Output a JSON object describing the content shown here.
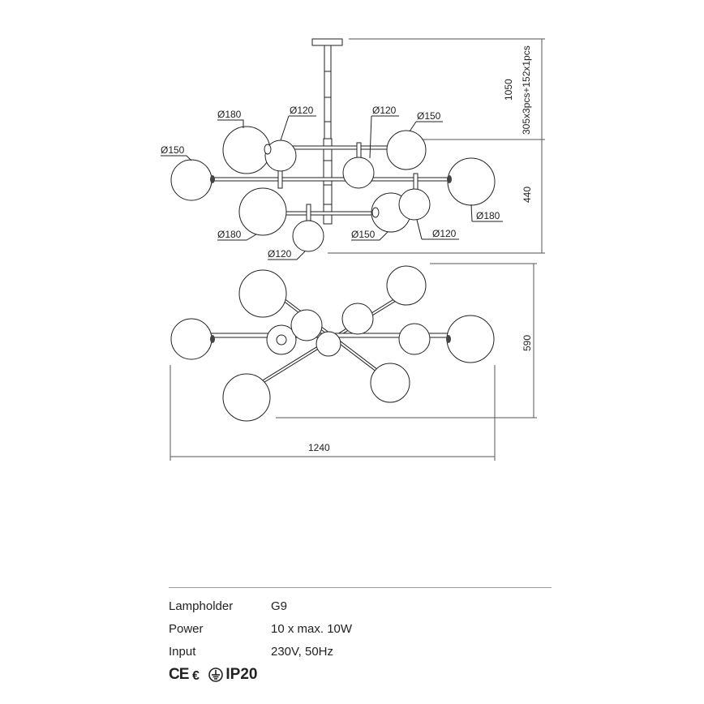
{
  "labels": {
    "d180_tl": "Ø180",
    "d120_tc": "Ø120",
    "d120_tr": "Ø120",
    "d150_tr": "Ø150",
    "d150_l": "Ø150",
    "d180_r": "Ø180",
    "d180_bl": "Ø180",
    "d150_b": "Ø150",
    "d120_br": "Ø120",
    "d120_b": "Ø120"
  },
  "dimensions": {
    "height_total": "1050",
    "rod_segments": "305x3pcs+152x1pcs",
    "body_height": "440",
    "depth": "590",
    "width": "1240"
  },
  "specs": [
    {
      "key": "Lampholder",
      "value": "G9"
    },
    {
      "key": "Power",
      "value": "10 x max. 10W"
    },
    {
      "key": "Input",
      "value": "230V, 50Hz"
    }
  ],
  "certification": {
    "ce_mark": "CE",
    "ip_rating": "IP20",
    "class_symbols": [
      "ce-mark-icon",
      "class-ii-icon",
      "earth-icon"
    ]
  }
}
